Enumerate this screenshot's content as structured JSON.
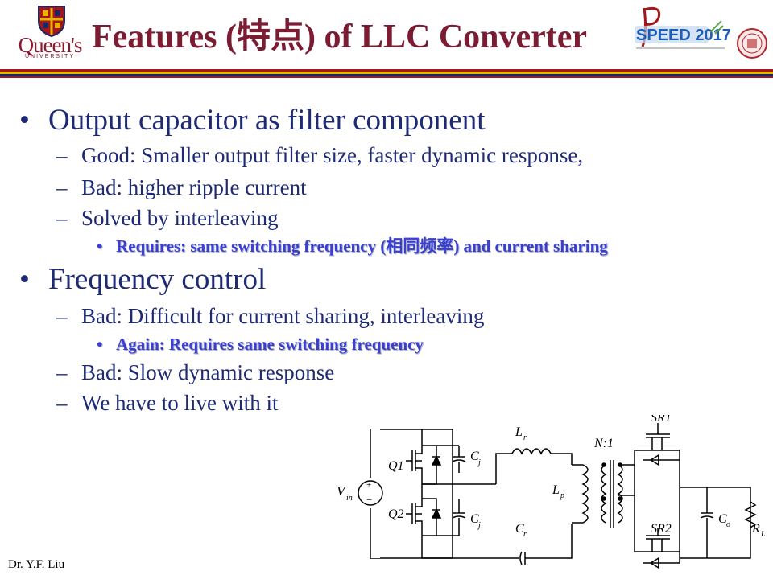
{
  "header": {
    "logo_text": "Queen's",
    "logo_subtext": "UNIVERSITY",
    "title": "Features (特点) of LLC Converter",
    "event_logo_text": "SPEED 2017"
  },
  "content": {
    "sections": [
      {
        "bullet": "•",
        "text": "Output capacitor as filter component",
        "items": [
          {
            "bullet": "–",
            "text": "Good: Smaller output filter size, faster dynamic response,"
          },
          {
            "bullet": "–",
            "text": "Bad: higher ripple current"
          },
          {
            "bullet": "–",
            "text": "Solved by interleaving",
            "sub": [
              {
                "bullet": "•",
                "text": "Requires: same switching frequency (相同频率) and current sharing"
              }
            ]
          }
        ]
      },
      {
        "bullet": "•",
        "text": "Frequency control",
        "items": [
          {
            "bullet": "–",
            "text": "Bad: Difficult for current sharing, interleaving",
            "sub": [
              {
                "bullet": "•",
                "text": "Again: Requires same switching frequency"
              }
            ]
          },
          {
            "bullet": "–",
            "text": "Bad: Slow dynamic response"
          },
          {
            "bullet": "–",
            "text": "We have to live with it"
          }
        ]
      }
    ]
  },
  "circuit": {
    "labels": {
      "vin": "V",
      "vin_sub": "in",
      "q1": "Q1",
      "q2": "Q2",
      "cj_top": "C",
      "cj_top_sub": "j",
      "cj_bot": "C",
      "cj_bot_sub": "j",
      "lr": "L",
      "lr_sub": "r",
      "lp": "L",
      "lp_sub": "p",
      "cr": "C",
      "cr_sub": "r",
      "ratio": "N:1",
      "sr1": "SR1",
      "sr2": "SR2",
      "co": "C",
      "co_sub": "o",
      "rl": "R",
      "rl_sub": "L",
      "plus": "+",
      "minus": "−"
    }
  },
  "footer": {
    "author": "Dr. Y.F. Liu"
  },
  "colors": {
    "title": "#7b1c33",
    "body_text": "#1f2a74",
    "sub_text": "#3a3fd1",
    "bar_red": "#a4161a",
    "bar_gold": "#e8b400",
    "bar_navy": "#1c2566"
  }
}
